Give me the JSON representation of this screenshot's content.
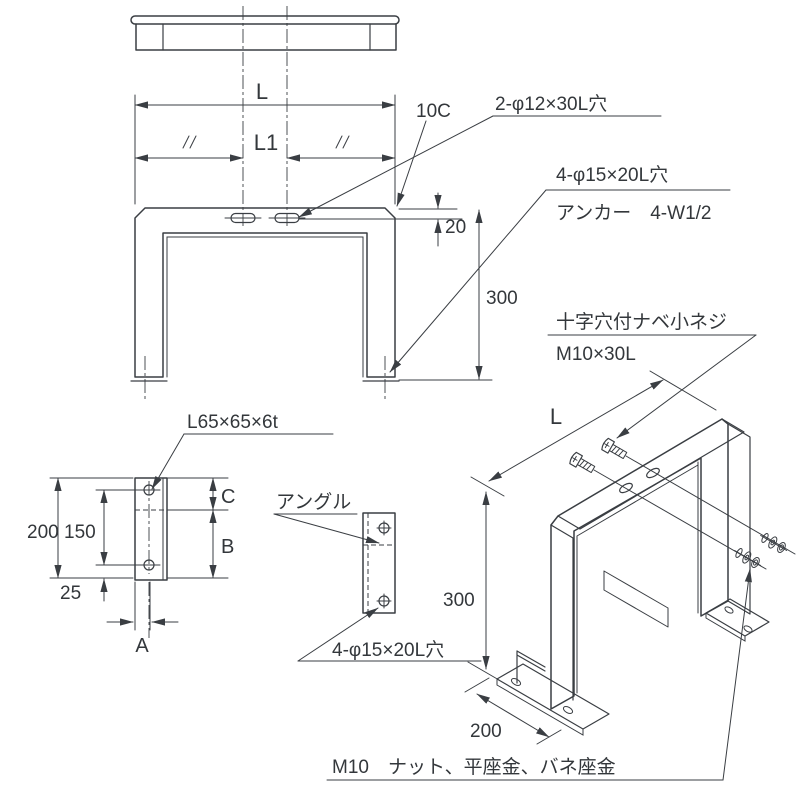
{
  "drawing_type": "bracket-technical-drawing",
  "colors": {
    "line": "#3a3e43",
    "background": "#ffffff"
  },
  "front_view": {
    "dim_length": "L",
    "dim_hole_pitch": "L1",
    "ditto_mark": "〃",
    "chamfer_note": "10C",
    "top_slot_note": "2-φ12×30L穴",
    "anchor_note_line1": "4-φ15×20L穴",
    "anchor_note_line2": "アンカー　4-W1/2",
    "dim_hole_offset": "20",
    "dim_height": "300"
  },
  "side_view": {
    "angle_size_note": "L65×65×6t",
    "dim_length": "200",
    "dim_hole_pitch": "150",
    "dim_end_offset": "25",
    "dim_a": "A",
    "dim_b": "B",
    "dim_c": "C"
  },
  "angle_view": {
    "part_note": "アングル",
    "hole_note": "4-φ15×20L穴"
  },
  "iso_view": {
    "screw_note_line1": "十字穴付ナベ小ネジ",
    "screw_note_line2": "M10×30L",
    "dim_length": "L",
    "dim_height": "300",
    "dim_depth": "200",
    "nut_note": "M10　ナット、平座金、バネ座金"
  }
}
